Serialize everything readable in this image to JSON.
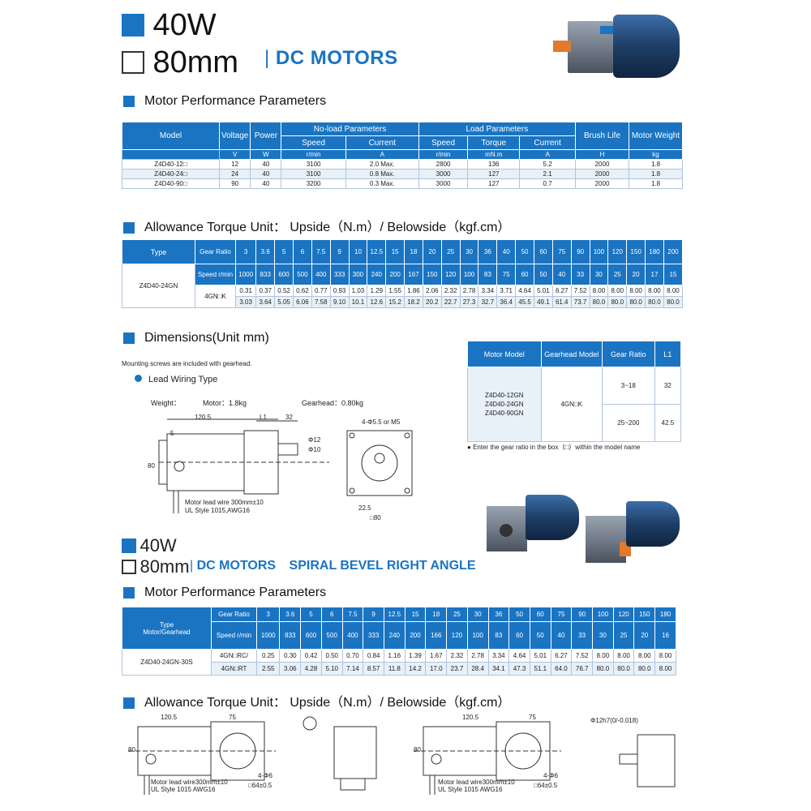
{
  "header": {
    "power": "40W",
    "frame": "80mm",
    "series": "DC MOTORS"
  },
  "perf": {
    "title": "Motor Performance Parameters",
    "headers": {
      "model": "Model",
      "voltage": "Voltage",
      "power": "Power",
      "noload": "No-load Parameters",
      "load": "Load Parameters",
      "speed": "Speed",
      "current": "Current",
      "torque": "Torque",
      "brush": "Brush Life",
      "weight": "Motor Weight"
    },
    "units": [
      "V",
      "W",
      "r/min",
      "A",
      "r/min",
      "mN.m",
      "A",
      "H",
      "kg"
    ],
    "rows": [
      [
        "Z4D40-12□",
        "12",
        "40",
        "3100",
        "2.0 Max.",
        "2800",
        "136",
        "5.2",
        "2000",
        "1.8"
      ],
      [
        "Z4D40-24□",
        "24",
        "40",
        "3100",
        "0.8 Max.",
        "3000",
        "127",
        "2.1",
        "2000",
        "1.8"
      ],
      [
        "Z4D40-90□",
        "90",
        "40",
        "3200",
        "0.3 Max.",
        "3000",
        "127",
        "0.7",
        "2000",
        "1.8"
      ]
    ]
  },
  "allow1": {
    "title": "Allowance Torque Unit： Upside（N.m）/ Belowside（kgf.cm）",
    "type_label": "Type",
    "gear_label": "Gear Ratio",
    "speed_label": "Speed r/min",
    "model": "Z4D40-24GN",
    "gearhead": "4GN□K",
    "ratios": [
      "3",
      "3.6",
      "5",
      "6",
      "7.5",
      "9",
      "10",
      "12.5",
      "15",
      "18",
      "20",
      "25",
      "30",
      "36",
      "40",
      "50",
      "60",
      "75",
      "90",
      "100",
      "120",
      "150",
      "180",
      "200"
    ],
    "speeds": [
      "1000",
      "833",
      "600",
      "500",
      "400",
      "333",
      "300",
      "240",
      "200",
      "167",
      "150",
      "120",
      "100",
      "83",
      "75",
      "60",
      "50",
      "40",
      "33",
      "30",
      "25",
      "20",
      "17",
      "15"
    ],
    "upper": [
      "0.31",
      "0.37",
      "0.52",
      "0.62",
      "0.77",
      "0.93",
      "1.03",
      "1.29",
      "1.55",
      "1.86",
      "2.06",
      "2.32",
      "2.78",
      "3.34",
      "3.71",
      "4.64",
      "5.01",
      "6.27",
      "7.52",
      "8.00",
      "8.00",
      "8.00",
      "8.00",
      "8.00"
    ],
    "lower": [
      "3.03",
      "3.64",
      "5.05",
      "6.06",
      "7.58",
      "9.10",
      "10.1",
      "12.6",
      "15.2",
      "18.2",
      "20.2",
      "22.7",
      "27.3",
      "32.7",
      "36.4",
      "45.5",
      "49.1",
      "61.4",
      "73.7",
      "80.0",
      "80.0",
      "80.0",
      "80.0",
      "80.0"
    ]
  },
  "dims": {
    "title": "Dimensions(Unit mm)",
    "note": "Mounting screws are included with gearhead.",
    "lead_title": "Lead Wiring Type",
    "weight_label": "Weight：",
    "motor_weight": "Motor：1.8kg",
    "gear_weight": "Gearhead：0.80kg",
    "d_120": "120.5",
    "d_l1": "L1",
    "d_32": "32",
    "d_5": "5",
    "d_mount": "4-Φ5.5 or M5",
    "d_225": "22.5",
    "d_sq80": "□80",
    "d_80": "80",
    "d_phi10": "Φ10",
    "d_phi12": "Φ12",
    "d_wire": "Motor lead wire 300mm±10",
    "d_ul": "UL Style 1015,AWG16",
    "ref_headers": [
      "Motor Model",
      "Gearhead Model",
      "Gear Ratio",
      "L1"
    ],
    "ref_models": [
      "Z4D40-12GN",
      "Z4D40-24GN",
      "Z4D40-90GN"
    ],
    "ref_gear": "4GN□K",
    "ref_ratio1": "3~18",
    "ref_l1a": "32",
    "ref_ratio2": "25~200",
    "ref_l1b": "42.5",
    "ref_note": "Enter the gear ratio in the box（□）within the model name"
  },
  "header2": {
    "power": "40W",
    "frame": "80mm",
    "series": "DC MOTORS",
    "subtitle": "SPIRAL BEVEL RIGHT ANGLE"
  },
  "perf2": {
    "title": "Motor Performance Parameters",
    "type_label": "Type\nMotor/Gearhead",
    "gear_label": "Gear Ratio",
    "speed_label": "Speed r/min",
    "model": "Z4D40-24GN-30S",
    "gear1": "4GN□RC/",
    "gear2": "4GN□RT",
    "ratios": [
      "3",
      "3.6",
      "5",
      "6",
      "7.5",
      "9",
      "12.5",
      "15",
      "18",
      "25",
      "30",
      "36",
      "50",
      "60",
      "75",
      "90",
      "100",
      "120",
      "150",
      "180"
    ],
    "speeds": [
      "1000",
      "833",
      "600",
      "500",
      "400",
      "333",
      "240",
      "200",
      "166",
      "120",
      "100",
      "83",
      "60",
      "50",
      "40",
      "33",
      "30",
      "25",
      "20",
      "16"
    ],
    "upper": [
      "0.25",
      "0.30",
      "0.42",
      "0.50",
      "0.70",
      "0.84",
      "1.16",
      "1.39",
      "1.67",
      "2.32",
      "2.78",
      "3.34",
      "4.64",
      "5.01",
      "6.27",
      "7.52",
      "8.00",
      "8.00",
      "8.00",
      "8.00"
    ],
    "lower": [
      "2.55",
      "3.06",
      "4.28",
      "5.10",
      "7.14",
      "8.57",
      "11.8",
      "14.2",
      "17.0",
      "23.7",
      "28.4",
      "34.1",
      "47.3",
      "51.1",
      "64.0",
      "76.7",
      "80.0",
      "80.0",
      "80.0",
      "8.00"
    ]
  },
  "allow2": {
    "title": "Allowance Torque Unit： Upside（N.m）/ Belowside（kgf.cm）",
    "d_120": "120.5",
    "d_75": "75",
    "d_80": "80",
    "d_wire": "Motor lead wire300mm±10",
    "d_ul": "UL Style 1015 AWG16",
    "d_64": "□64±0.5",
    "d_phi": "Φ12h7(0/-0.018)",
    "d_mount": "4-Φ6"
  },
  "colors": {
    "accent": "#1a74c2",
    "alt_row": "#e8f0f8"
  }
}
